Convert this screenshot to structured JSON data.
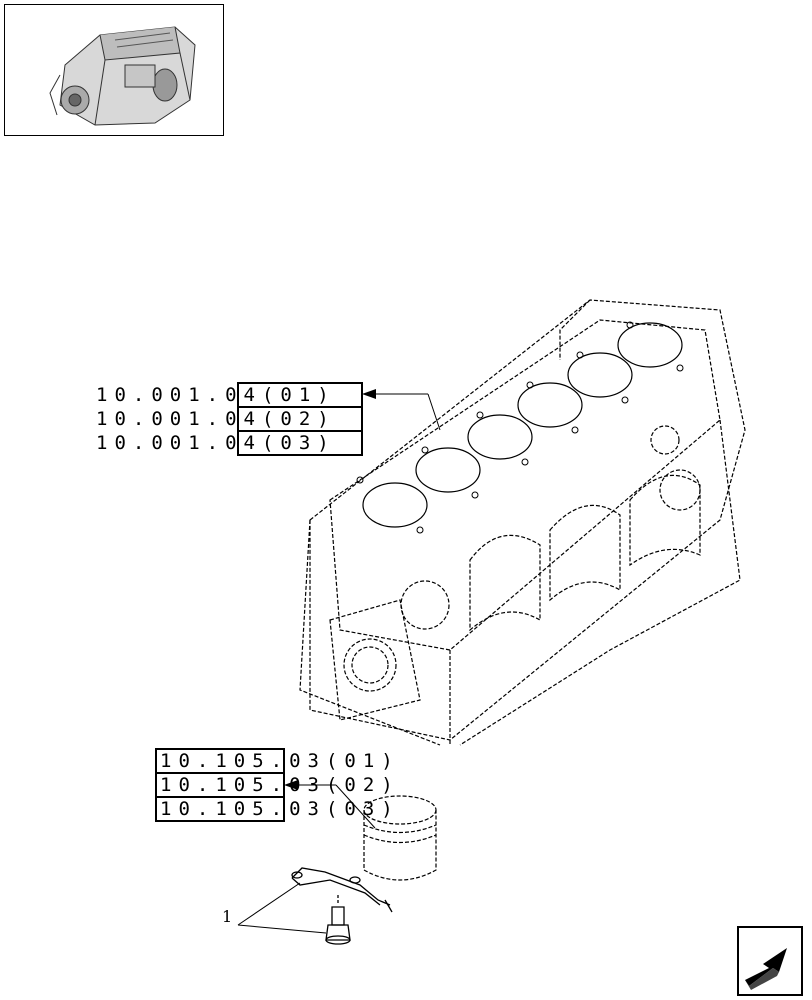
{
  "thumbnail": {
    "icon": "engine-thumbnail-icon"
  },
  "references": {
    "block_refs": [
      "10.001.04(01)",
      "10.001.04(02)",
      "10.001.04(03)"
    ],
    "piston_refs": [
      "10.105.03(01)",
      "10.105.03(02)",
      "10.105.03(03)"
    ]
  },
  "callouts": {
    "item_1": "1"
  },
  "navigation": {
    "icon": "next-page-arrow-icon"
  }
}
